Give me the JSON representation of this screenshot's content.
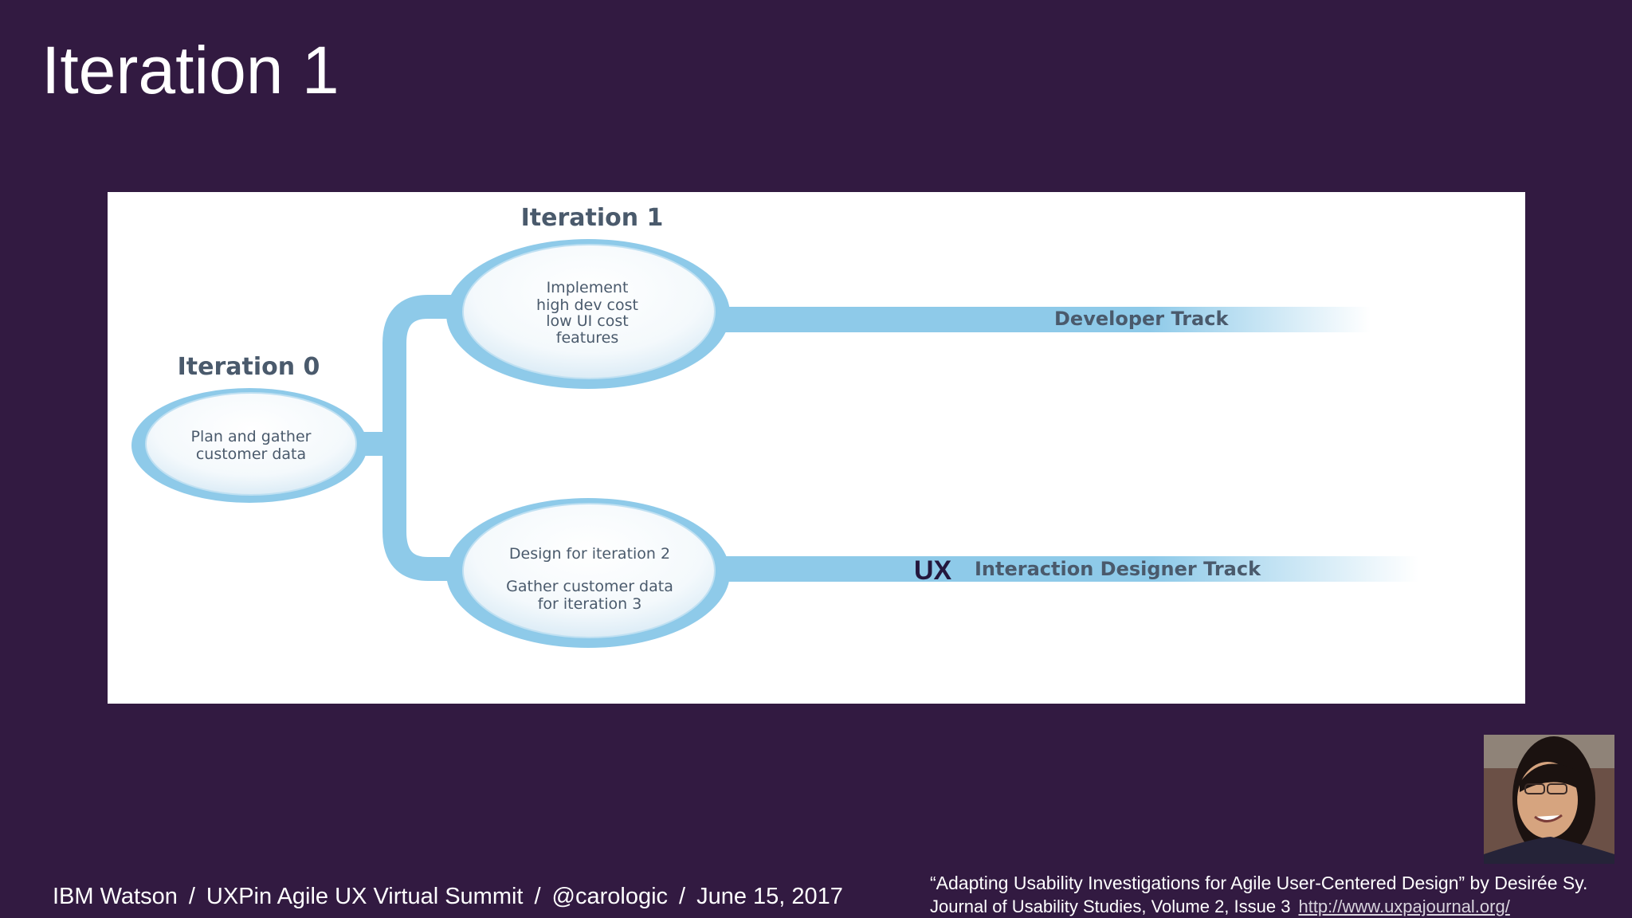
{
  "slide": {
    "title": "Iteration 1"
  },
  "diagram": {
    "iteration0": {
      "heading": "Iteration 0",
      "lines": [
        "Plan and gather",
        "customer data"
      ]
    },
    "iteration1": {
      "heading": "Iteration 1",
      "dev_node_lines": [
        "Implement",
        "high dev cost",
        "low UI cost",
        "features"
      ],
      "ux_node_lines": [
        "Design for iteration 2",
        "",
        "Gather customer data",
        "for iteration 3"
      ]
    },
    "tracks": {
      "developer": "Developer Track",
      "ux_marker": "UX",
      "ux": "Interaction Designer Track"
    },
    "colors": {
      "track_blue": "#8ecae9",
      "node_border": "#7fc0e6",
      "ux_marker": "#24173d"
    }
  },
  "footer": {
    "org": "IBM Watson",
    "event": "UXPin Agile UX Virtual Summit",
    "handle": "@carologic",
    "date": "June 15, 2017",
    "separator": "/"
  },
  "citation": {
    "line1": "“Adapting Usability Investigations for Agile User-Centered Design” by Desirée Sy.",
    "line2": "Journal of Usability Studies, Volume 2, Issue 3",
    "link": "http://www.uxpajournal.org/"
  },
  "speaker_photo": {
    "icon": "speaker-photo"
  }
}
